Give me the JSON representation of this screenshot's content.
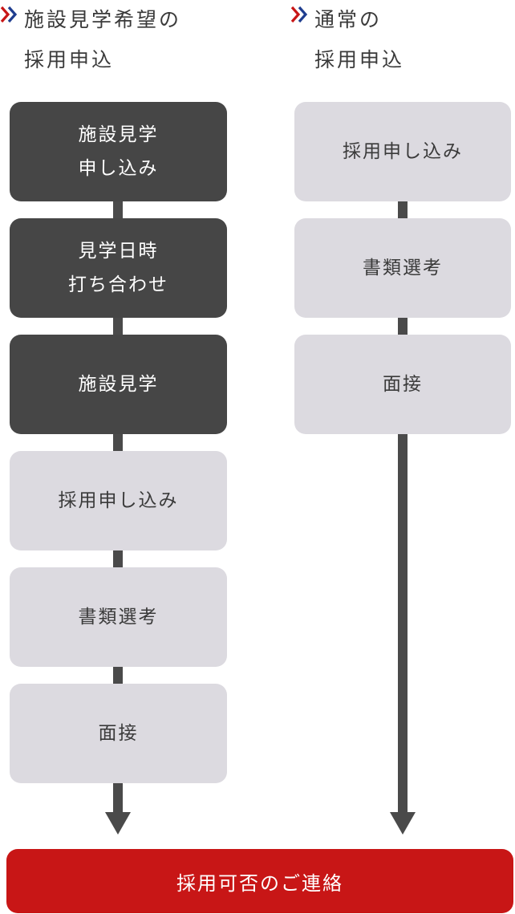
{
  "colors": {
    "dark_step": "#464646",
    "light_step": "#dcdae0",
    "connector": "#4a4a4a",
    "final_box": "#c81616",
    "chevron_red": "#c81616",
    "chevron_blue": "#1f3d8f"
  },
  "left_column": {
    "heading_line1": "施設見学希望の",
    "heading_line2": "採用申込",
    "steps": [
      {
        "line1": "施設見学",
        "line2": "申し込み",
        "style": "dark"
      },
      {
        "line1": "見学日時",
        "line2": "打ち合わせ",
        "style": "dark"
      },
      {
        "line1": "施設見学",
        "line2": "",
        "style": "dark"
      },
      {
        "line1": "採用申し込み",
        "line2": "",
        "style": "light"
      },
      {
        "line1": "書類選考",
        "line2": "",
        "style": "light"
      },
      {
        "line1": "面接",
        "line2": "",
        "style": "light"
      }
    ]
  },
  "right_column": {
    "heading_line1": "通常の",
    "heading_line2": "採用申込",
    "steps": [
      {
        "line1": "採用申し込み",
        "line2": "",
        "style": "light"
      },
      {
        "line1": "書類選考",
        "line2": "",
        "style": "light"
      },
      {
        "line1": "面接",
        "line2": "",
        "style": "light"
      }
    ]
  },
  "final": {
    "label": "採用可否のご連絡"
  }
}
